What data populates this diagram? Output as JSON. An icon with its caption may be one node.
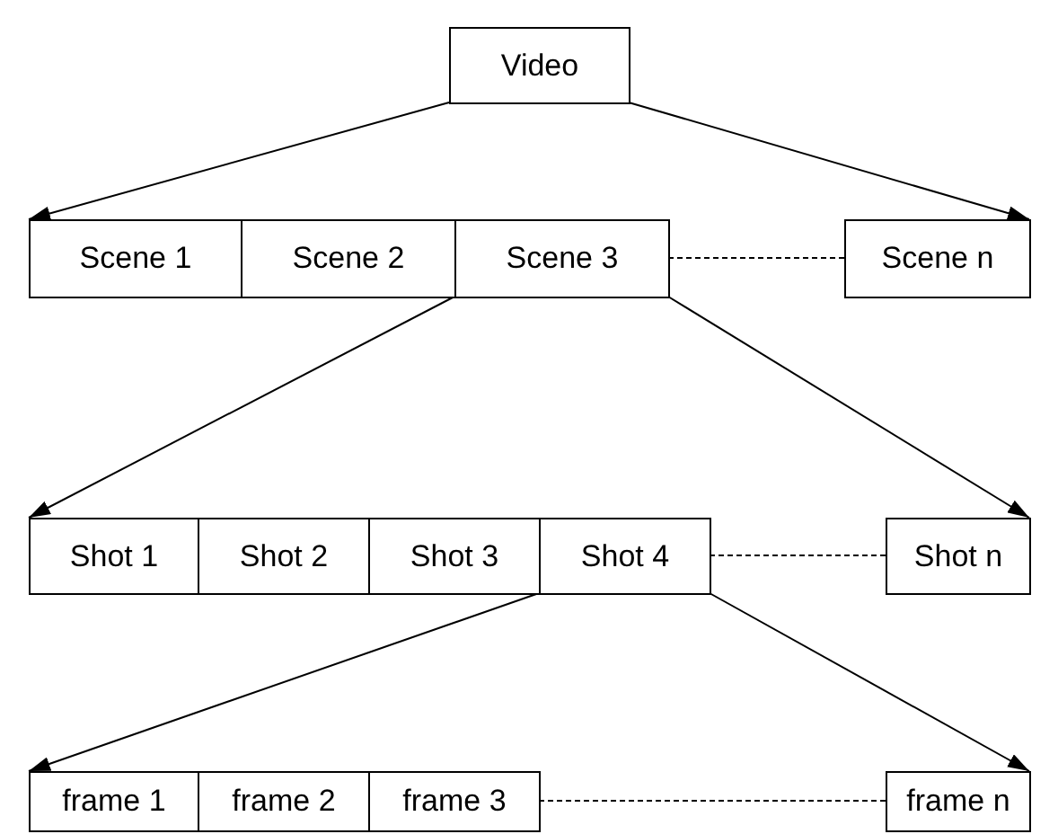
{
  "diagram": {
    "nodes": [
      {
        "text": [
          "Video"
        ]
      },
      {
        "text": [
          "Scene 1"
        ]
      },
      {
        "text": [
          "Scene 2"
        ]
      },
      {
        "text": [
          "Scene 3"
        ]
      },
      {
        "text": [
          "Scene n"
        ]
      },
      {
        "text": [
          "Shot 1"
        ]
      },
      {
        "text": [
          "Shot 2"
        ]
      },
      {
        "text": [
          "Shot 3"
        ]
      },
      {
        "text": [
          "Shot 4"
        ]
      },
      {
        "text": [
          "Shot n"
        ]
      },
      {
        "text": [
          "frame 1"
        ]
      },
      {
        "text": [
          "frame 2"
        ]
      },
      {
        "text": [
          "frame 3"
        ]
      },
      {
        "text": [
          "frame n"
        ]
      }
    ],
    "edges": [
      {
        "from": 0,
        "to": 1,
        "arrow": "to"
      },
      {
        "from": 0,
        "to": 4,
        "arrow": "to"
      },
      {
        "from": 3,
        "to": 4,
        "arrow": "none",
        "style": "dashed"
      },
      {
        "from": 3,
        "to": 5,
        "arrow": "to"
      },
      {
        "from": 3,
        "to": 9,
        "arrow": "to"
      },
      {
        "from": 8,
        "to": 9,
        "arrow": "none",
        "style": "dashed"
      },
      {
        "from": 8,
        "to": 10,
        "arrow": "to"
      },
      {
        "from": 8,
        "to": 13,
        "arrow": "to"
      },
      {
        "from": 12,
        "to": 13,
        "arrow": "none",
        "style": "dashed"
      }
    ]
  }
}
